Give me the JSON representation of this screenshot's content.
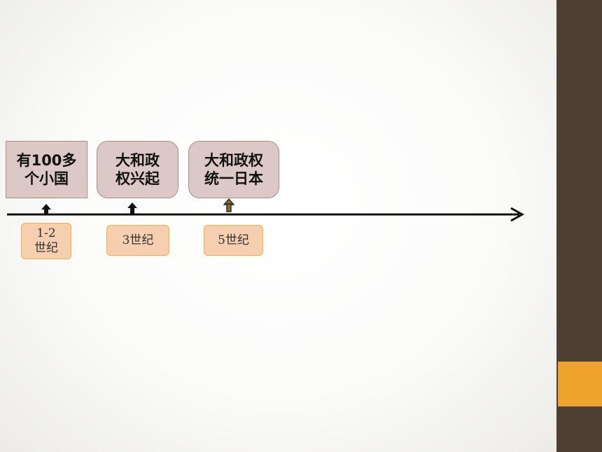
{
  "events": [
    {
      "label": "有100多\n个小国"
    },
    {
      "label": "大和政\n权兴起"
    },
    {
      "label": "大和政权\n统一日本"
    }
  ],
  "dates": [
    {
      "label": "1-2\n世纪"
    },
    {
      "label": "3世纪"
    },
    {
      "label": "5世纪"
    }
  ],
  "colors": {
    "event_fill": "#dcc8c6",
    "date_fill": "#f6cfb0",
    "sidebar": "#4e3f33",
    "accent": "#f0a22e"
  }
}
